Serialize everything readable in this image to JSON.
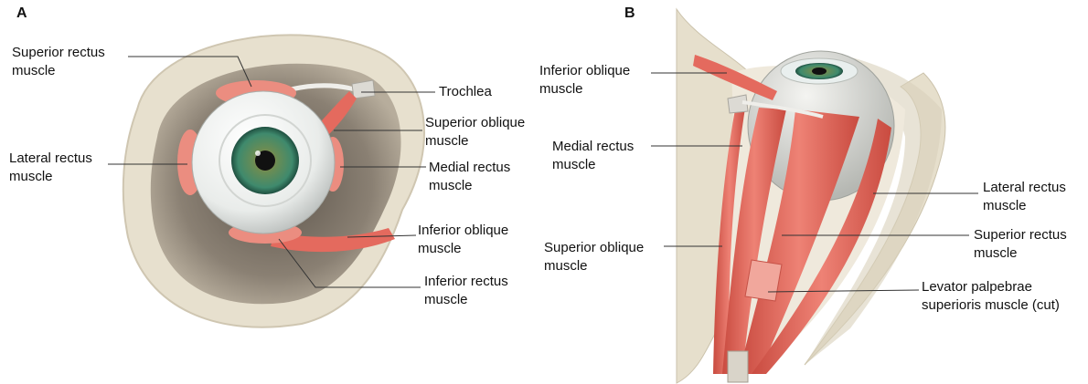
{
  "colors": {
    "bone": "#e9e2d1",
    "bone_shadow": "#c9bfa8",
    "orbit_cavity": "#9d9385",
    "sclera": "#f4f6f4",
    "iris": "#3f8a6d",
    "iris_rim": "#225544",
    "pupil": "#111111",
    "muscle": "#e0665a",
    "muscle_light": "#f2a196",
    "tendon": "#e8e6e2",
    "leader": "#333333"
  },
  "panel_a": {
    "letter": "A",
    "labels": {
      "superior_rectus": [
        "Superior rectus",
        "muscle"
      ],
      "lateral_rectus": [
        "Lateral rectus",
        "muscle"
      ],
      "trochlea": [
        "Trochlea"
      ],
      "superior_oblique": [
        "Superior oblique",
        "muscle"
      ],
      "medial_rectus": [
        "Medial rectus",
        "muscle"
      ],
      "inferior_oblique": [
        "Inferior oblique",
        "muscle"
      ],
      "inferior_rectus": [
        "Inferior rectus",
        "muscle"
      ]
    }
  },
  "panel_b": {
    "letter": "B",
    "labels": {
      "inferior_oblique": [
        "Inferior oblique",
        "muscle"
      ],
      "medial_rectus": [
        "Medial rectus",
        "muscle"
      ],
      "superior_oblique": [
        "Superior oblique",
        "muscle"
      ],
      "lateral_rectus": [
        "Lateral rectus",
        "muscle"
      ],
      "superior_rectus": [
        "Superior rectus",
        "muscle"
      ],
      "levator": [
        "Levator palpebrae",
        "superioris muscle (cut)"
      ]
    }
  }
}
